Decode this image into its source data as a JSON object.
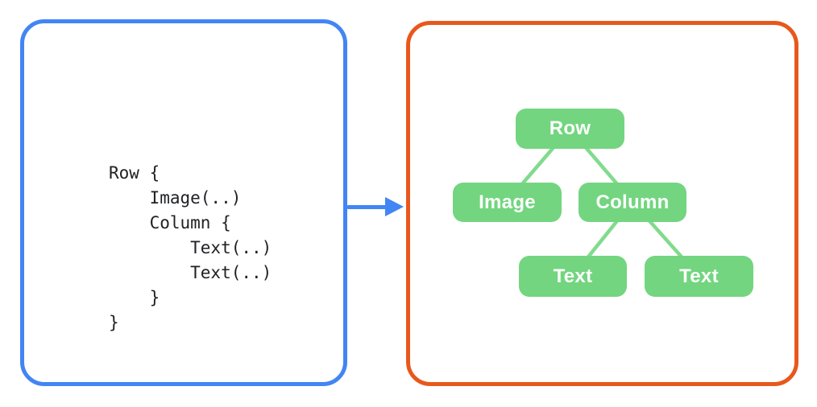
{
  "colors": {
    "blue": "#4285F4",
    "orange": "#E8581C",
    "node_green": "#73D580",
    "edge_green": "#81DB8D",
    "code_text": "#202124",
    "node_text": "#FBFFFB"
  },
  "code_panel": {
    "lines": [
      "Row {",
      "    Image(..)",
      "    Column {",
      "        Text(..)",
      "        Text(..)",
      "    }",
      "}"
    ]
  },
  "tree_panel": {
    "nodes": [
      {
        "id": "row",
        "label": "Row"
      },
      {
        "id": "image",
        "label": "Image"
      },
      {
        "id": "column",
        "label": "Column"
      },
      {
        "id": "text1",
        "label": "Text"
      },
      {
        "id": "text2",
        "label": "Text"
      }
    ],
    "edges": [
      [
        "row",
        "image"
      ],
      [
        "row",
        "column"
      ],
      [
        "column",
        "text1"
      ],
      [
        "column",
        "text2"
      ]
    ]
  }
}
